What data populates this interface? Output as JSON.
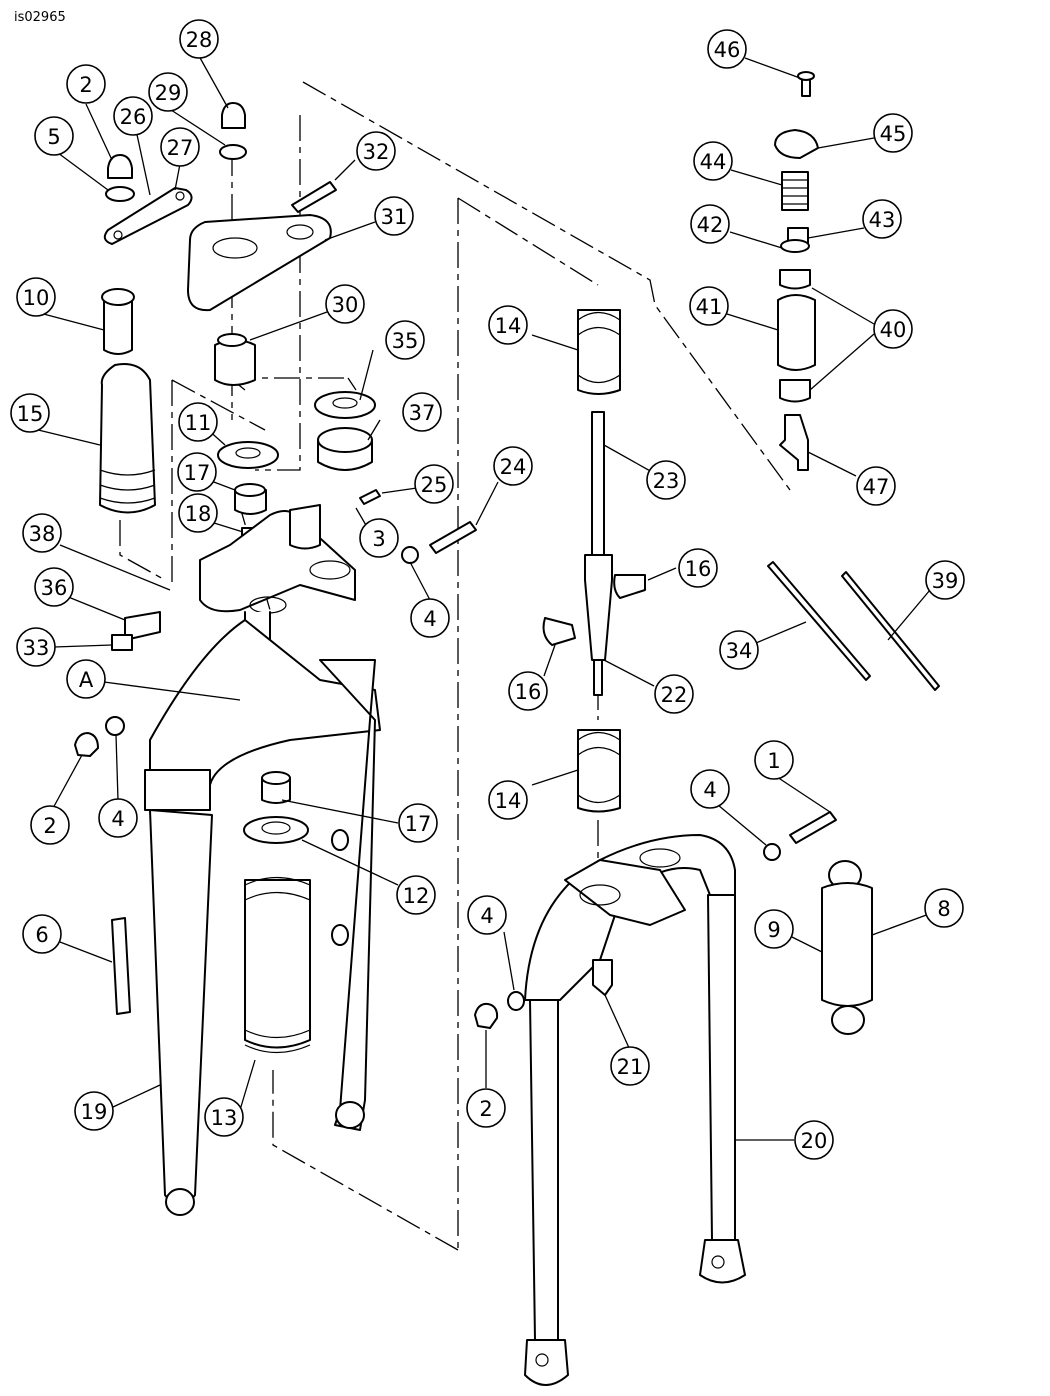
{
  "figure_id": "is02965",
  "callouts": [
    "1",
    "2",
    "2",
    "2",
    "3",
    "4",
    "4",
    "4",
    "4",
    "5",
    "6",
    "8",
    "9",
    "10",
    "11",
    "12",
    "13",
    "14",
    "14",
    "15",
    "16",
    "16",
    "17",
    "17",
    "18",
    "19",
    "20",
    "21",
    "22",
    "23",
    "24",
    "25",
    "26",
    "27",
    "28",
    "29",
    "30",
    "31",
    "32",
    "33",
    "34",
    "35",
    "36",
    "37",
    "38",
    "39",
    "40",
    "41",
    "42",
    "43",
    "44",
    "45",
    "46",
    "47",
    "A"
  ]
}
